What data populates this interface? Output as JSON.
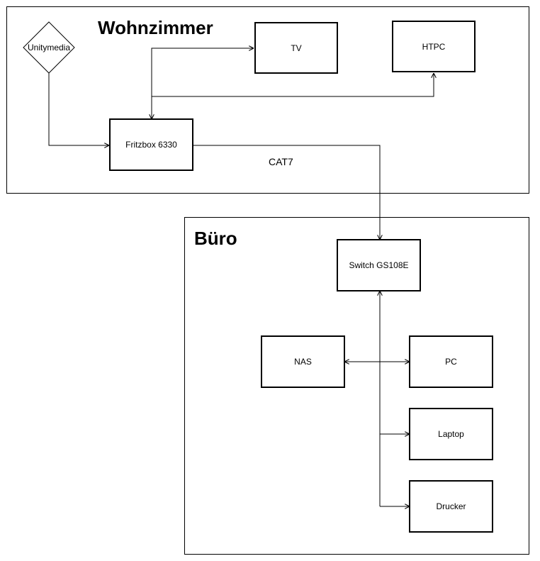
{
  "zones": {
    "living_room": {
      "title": "Wohnzimmer"
    },
    "office": {
      "title": "Büro"
    }
  },
  "nodes": {
    "unitymedia": "Unitymedia",
    "tv": "TV",
    "htpc": "HTPC",
    "fritzbox": "Fritzbox 6330",
    "switch": "Switch GS108E",
    "nas": "NAS",
    "pc": "PC",
    "laptop": "Laptop",
    "drucker": "Drucker"
  },
  "links": {
    "fritzbox_to_switch_label": "CAT7"
  },
  "colors": {
    "line": "#000000",
    "background": "#ffffff"
  }
}
